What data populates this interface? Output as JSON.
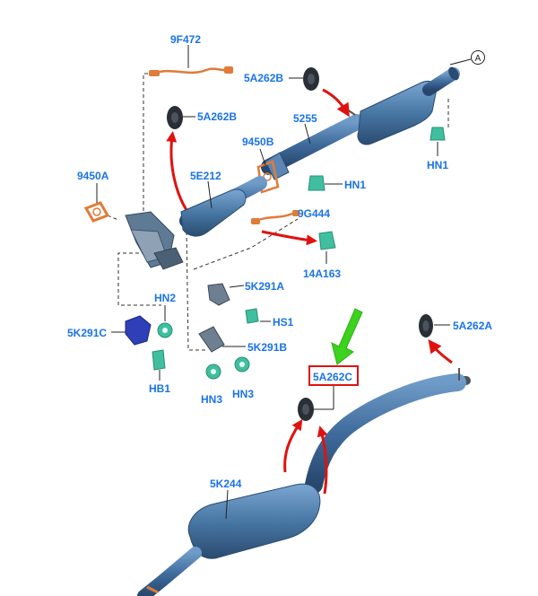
{
  "diagram": {
    "callout_A": "A",
    "labels": {
      "l_9F472": "9F472",
      "l_5A262B_top": "5A262B",
      "l_5A262B_mid": "5A262B",
      "l_5255": "5255",
      "l_HN1_right": "HN1",
      "l_9450B": "9450B",
      "l_HN1_mid": "HN1",
      "l_9450A": "9450A",
      "l_5E212": "5E212",
      "l_9G444": "9G444",
      "l_14A163": "14A163",
      "l_5K291A": "5K291A",
      "l_HN2": "HN2",
      "l_HS1": "HS1",
      "l_5K291C": "5K291C",
      "l_5K291B": "5K291B",
      "l_5A262A": "5A262A",
      "l_HB1": "HB1",
      "l_HN3_left": "HN3",
      "l_HN3_right": "HN3",
      "l_5A262C": "5A262C",
      "l_5K244": "5K244"
    },
    "colors": {
      "label": "#1a73e8",
      "highlight_box": "#e0120f",
      "red_arrow": "#e0120f",
      "green_arrow": "#3cd21e",
      "pipe": "#3f6b9c",
      "muffler": "#4a7db0",
      "clip_green": "#3fbf9f",
      "gasket": "#e07b39"
    }
  }
}
